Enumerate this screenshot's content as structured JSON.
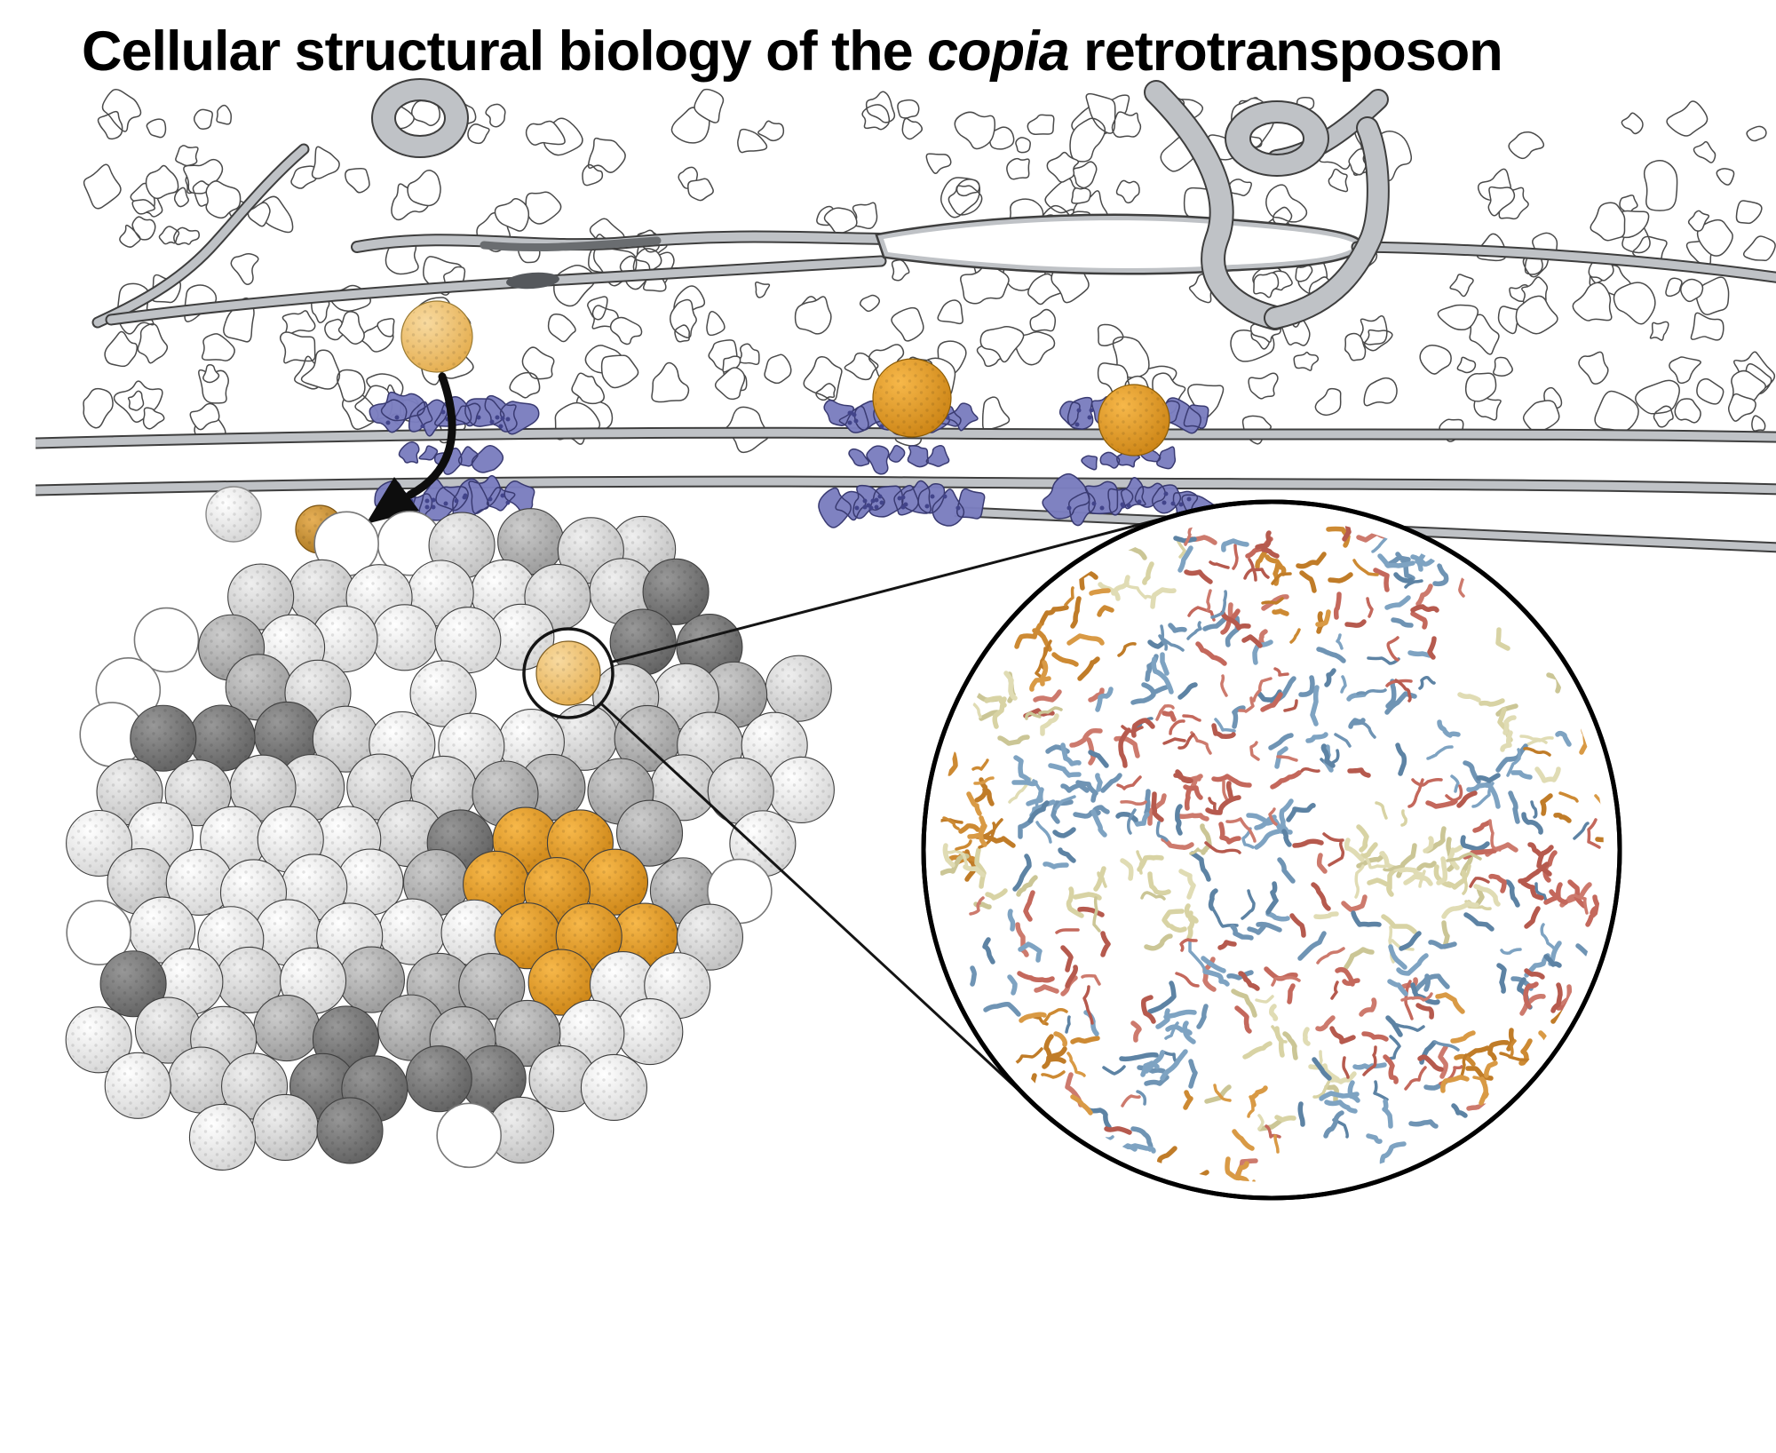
{
  "title": {
    "prefix": "Cellular structural biology of the ",
    "emphasis": "copia",
    "suffix": " retrotransposon"
  },
  "figure": {
    "description": "Tomogram-style illustration: copia retrotransposon capsids (orange) pass from ribosome-filled cytoplasm through nuclear pore complexes (blue) in the nuclear envelope into a nuclear cluster of capsids (gray/white spheres), with a magnified cryo-EM density map of one capsid in a circular inset.",
    "colors": {
      "background": "#ffffff",
      "title_text": "#000000",
      "membrane_gray": "#bfc2c6",
      "membrane_edge": "#3e3e3e",
      "ribosome_outline": "#4a4a4a",
      "pore_blue": "#7b7ec0",
      "pore_blue_dark": "#42448a",
      "capsid_orange": "#e8941c",
      "capsid_pale_orange": "#f0c275",
      "sphere_white": "#fafafa",
      "sphere_light": "#d9d9d9",
      "sphere_mid": "#ababab",
      "sphere_dark": "#6f6f6f",
      "density_red": "#c4685c",
      "density_blue": "#6f94b4",
      "density_tan": "#d8d3a4",
      "density_orange": "#cd8a33",
      "arrow_black": "#0d0d0d"
    }
  }
}
